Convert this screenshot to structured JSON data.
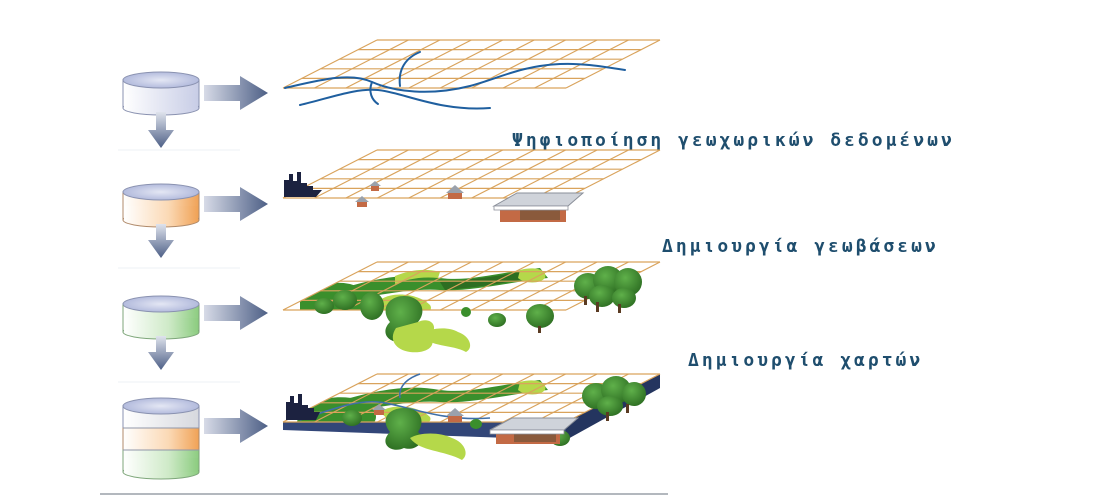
{
  "captions": [
    "Ψηφιοποίηση γεωχωρικών δεδομένων",
    "Δημιουργία γεωβάσεων",
    "Δημιουργία χαρτών"
  ],
  "colors": {
    "caption": "#1f4e6e",
    "grid_line": "#d9a35c",
    "river": "#1f5f9f",
    "arrow": "#4d5f86",
    "cylinder_top": "#c8cde6",
    "layer_orange": "#f0a256",
    "layer_green": "#8ccc80",
    "forest_dark": "#3a8f2c",
    "meadow": "#b5d84a",
    "building_roof": "#cfd3da",
    "building_wall": "#c36a45",
    "base_block": "#324678",
    "factory": "#1c2240"
  },
  "icons": {
    "database": "database-cylinder-icon",
    "arrow_right": "arrow-right-icon",
    "arrow_down": "arrow-down-icon",
    "factory": "factory-icon",
    "house": "house-icon",
    "tree": "tree-icon"
  }
}
